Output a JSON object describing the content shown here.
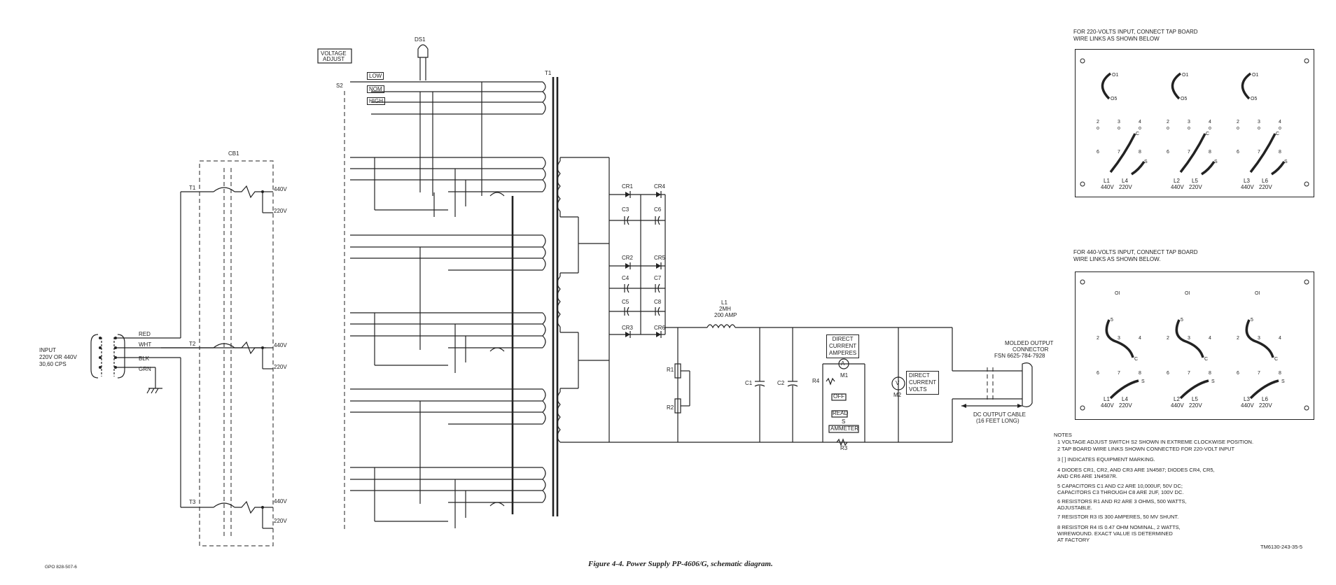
{
  "input_label": [
    "INPUT",
    "220V OR 440V",
    "30,60 CPS"
  ],
  "wire_colors": [
    "RED",
    "WHT",
    "BLK",
    "GRN"
  ],
  "terminals": {
    "t1": "T1",
    "t2": "T2",
    "t3": "T3"
  },
  "breaker": "CB1",
  "lamp": "DS1",
  "voltage_adjust": [
    "VOLTAGE",
    "ADJUST"
  ],
  "switch_label": "S2",
  "switch_positions": {
    "low": "LOW",
    "nom": "NOM",
    "high": "HIGH"
  },
  "voltages": {
    "v440": "440V",
    "v220": "220V"
  },
  "transformer": "T1",
  "diodes": [
    "CR1",
    "CR4",
    "CR2",
    "CR5",
    "CR3",
    "CR6"
  ],
  "capacitors": [
    "C3",
    "C6",
    "C4",
    "C7",
    "C5",
    "C8",
    "C1",
    "C2"
  ],
  "inductor": [
    "L1",
    "2MH",
    "200 AMP"
  ],
  "resistors": {
    "r1": "R1",
    "r2": "R2",
    "r3": "R3",
    "r4": "R4"
  },
  "dc_amperes": [
    "DIRECT",
    "CURRENT",
    "AMPERES"
  ],
  "dc_volts": [
    "DIRECT",
    "CURRENT",
    "VOLTS"
  ],
  "meters": {
    "m1": "M1",
    "m2": "M2",
    "a": "A",
    "v": "V"
  },
  "meter_switch": {
    "off": "OFF",
    "read": "READ",
    "s": "S",
    "ammeter": "AMMETER"
  },
  "output_connector": [
    "MOLDED OUTPUT",
    "CONNECTOR",
    "FSN 6625-784-7928"
  ],
  "output_cable": [
    "DC OUTPUT CABLE",
    "(16 FEET LONG)"
  ],
  "panel_220_title": [
    "FOR 220-VOLTS INPUT, CONNECT TAP BOARD",
    "WIRE LINKS AS SHOWN BELOW"
  ],
  "panel_440_title": [
    "FOR 440-VOLTS INPUT, CONNECT TAP BOARD",
    "WIRE LINKS AS SHOWN BELOW."
  ],
  "tap_groups": [
    {
      "l440": "L1",
      "l220": "L4",
      "v440": "440V",
      "v220": "220V"
    },
    {
      "l440": "L2",
      "l220": "L5",
      "v440": "440V",
      "v220": "220V"
    },
    {
      "l440": "L3",
      "l220": "L6",
      "v440": "440V",
      "v220": "220V"
    }
  ],
  "notes_title": "NOTES",
  "notes": [
    "1  VOLTAGE ADJUST SWITCH S2 SHOWN IN EXTREME CLOCKWISE POSITION.",
    "2  TAP   BOARD WIRE LINKS SHOWN CONNECTED FOR 220-VOLT INPUT",
    "3  [   ] INDICATES EQUIPMENT MARKING.",
    "4  DIODES CR1, CR2, AND CR3 ARE 1N4587; DIODES CR4, CR5,",
    "    AND CR6 ARE 1N4587R.",
    "5  CAPACITORS C1 AND C2 ARE 10,000UF, 50V DC;",
    "    CAPACITORS C3 THROUGH C8 ARE 2UF, 100V DC.",
    "6  RESISTORS R1 AND R2 ARE 3 OHMS, 500 WATTS,",
    "    ADJUSTABLE.",
    "7  RESISTOR R3 IS 300 AMPERES, 50 MV  SHUNT.",
    "8  RESISTOR R4 IS 0.47 OHM NOMINAL, 2 WATTS,",
    "    WIREWOUND. EXACT VALUE IS DETERMINED",
    "    AT FACTORY"
  ],
  "figure_id": "TM6130-243-35-5",
  "gpo": "GPO  828-507-6",
  "caption": "Figure 4-4. Power Supply PP-4606/G, schematic diagram."
}
